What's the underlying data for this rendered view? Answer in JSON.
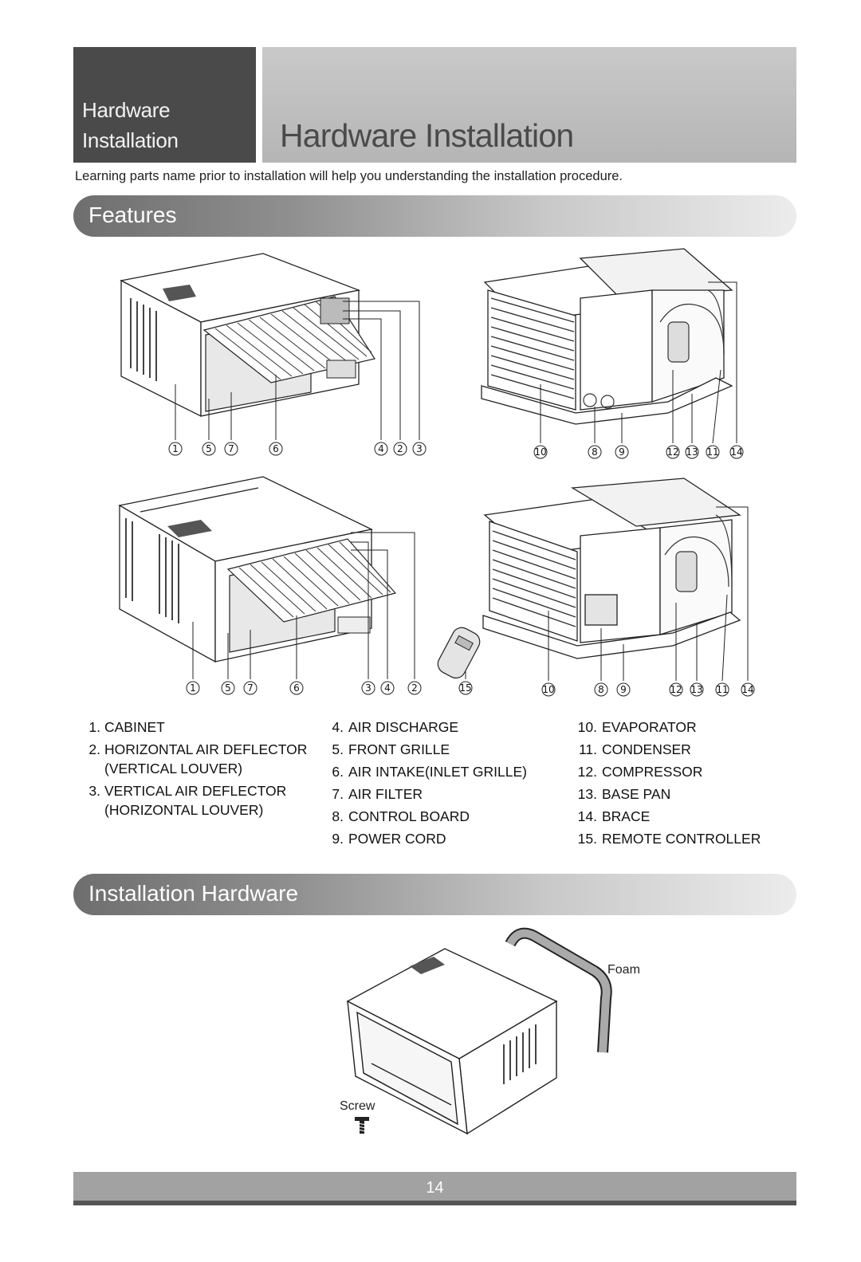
{
  "header": {
    "section_line1": "Hardware",
    "section_line2": "Installation",
    "title": "Hardware Installation"
  },
  "intro": "Learning parts name prior to installation will help you understanding the installation procedure.",
  "sections": {
    "features": "Features",
    "installation_hardware": "Installation Hardware"
  },
  "callouts": {
    "unit1": [
      "1",
      "5",
      "7",
      "6",
      "4",
      "2",
      "3"
    ],
    "unit2": [
      "10",
      "8",
      "9",
      "12",
      "13",
      "11",
      "14"
    ],
    "unit3": [
      "1",
      "5",
      "7",
      "6",
      "3",
      "4",
      "2",
      "15"
    ],
    "unit4": [
      "10",
      "8",
      "9",
      "12",
      "13",
      "11",
      "14"
    ]
  },
  "legend": {
    "col1": [
      {
        "num": "1.",
        "text": "CABINET"
      },
      {
        "num": "2.",
        "text": "HORIZONTAL AIR DEFLECTOR (VERTICAL LOUVER)"
      },
      {
        "num": "3.",
        "text": "VERTICAL AIR DEFLECTOR (HORIZONTAL LOUVER)"
      }
    ],
    "col2": [
      {
        "num": "4.",
        "text": "AIR DISCHARGE"
      },
      {
        "num": "5.",
        "text": "FRONT GRILLE"
      },
      {
        "num": "6.",
        "text": "AIR INTAKE(INLET GRILLE)"
      },
      {
        "num": "7.",
        "text": "AIR FILTER"
      },
      {
        "num": "8.",
        "text": "CONTROL BOARD"
      },
      {
        "num": "9.",
        "text": "POWER CORD"
      }
    ],
    "col3": [
      {
        "num": "10.",
        "text": "EVAPORATOR"
      },
      {
        "num": "11.",
        "text": "CONDENSER"
      },
      {
        "num": "12.",
        "text": "COMPRESSOR"
      },
      {
        "num": "13.",
        "text": "BASE PAN"
      },
      {
        "num": "14.",
        "text": "BRACE"
      },
      {
        "num": "15.",
        "text": "REMOTE CONTROLLER"
      }
    ]
  },
  "hardware_labels": {
    "foam": "Foam",
    "screw": "Screw"
  },
  "page_number": "14"
}
